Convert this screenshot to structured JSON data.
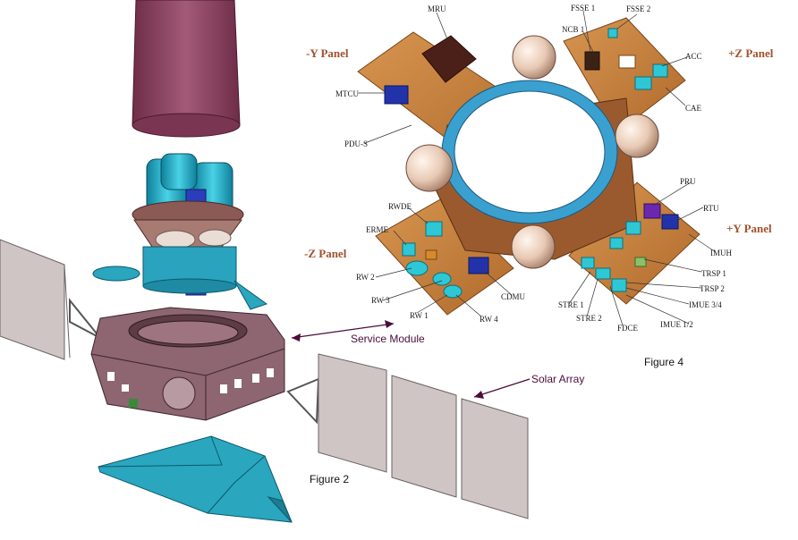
{
  "figure2": {
    "caption": "Figure 2",
    "callouts": {
      "service_module": "Service Module",
      "solar_array": "Solar Array"
    }
  },
  "figure4": {
    "caption": "Figure 4",
    "panels": {
      "minus_y": "-Y Panel",
      "plus_z": "+Z Panel",
      "minus_z": "-Z Panel",
      "plus_y": "+Y Panel"
    },
    "labels": {
      "mru": "MRU",
      "fsse1": "FSSE 1",
      "fsse2": "FSSE 2",
      "ncb1": "NCB 1",
      "acc": "ACC",
      "cae": "CAE",
      "mtcu": "MTCU",
      "pdus": "PDU-S",
      "rwde": "RWDE",
      "erme": "ERME",
      "pru": "PRU",
      "rtu": "RTU",
      "imuh": "IMUH",
      "trsp1": "TRSP 1",
      "trsp2": "TRSP 2",
      "imue34": "IMUE 3/4",
      "imue12": "IMUE 1/2",
      "fdce": "FDCE",
      "stre1": "STRE 1",
      "stre2": "STRE 2",
      "cdmu": "CDMU",
      "rw1": "RW 1",
      "rw2": "RW 2",
      "rw3": "RW 3",
      "rw4": "RW 4"
    }
  },
  "colors": {
    "panel_wood": "#c8823f",
    "panel_dark": "#8a5124",
    "cyan_box": "#2ec7d6",
    "blue_box": "#2233aa",
    "cone_maroon": "#8d4460",
    "module_mauve": "#8d6671",
    "solar_gray": "#c9bebe",
    "cover_cyan": "#2aa6bf",
    "ring_blue": "#3aa0d0",
    "panel_label": "#a0522d",
    "callout_text": "#4a0d3c"
  }
}
